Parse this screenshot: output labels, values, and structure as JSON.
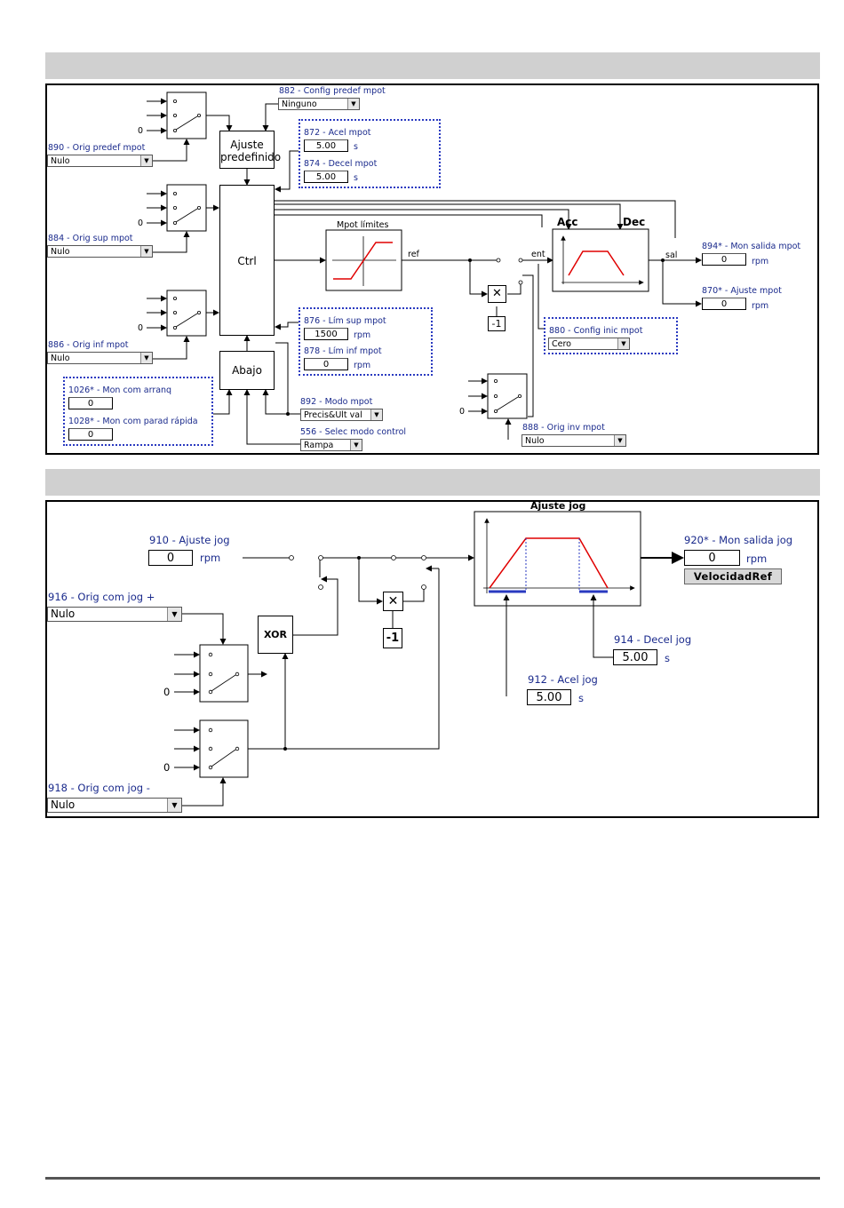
{
  "top": {
    "p882": {
      "label": "882 - Config predef mpot",
      "value": "Ninguno"
    },
    "p872": {
      "label": "872 - Acel mpot",
      "value": "5.00",
      "unit": "s"
    },
    "p874": {
      "label": "874 - Decel mpot",
      "value": "5.00",
      "unit": "s"
    },
    "p890": {
      "label": "890 - Orig predef mpot",
      "value": "Nulo"
    },
    "p884": {
      "label": "884 - Orig sup mpot",
      "value": "Nulo"
    },
    "p886": {
      "label": "886 - Orig inf mpot",
      "value": "Nulo"
    },
    "p1026": {
      "label": "1026* - Mon com arranq",
      "value": "0"
    },
    "p1028": {
      "label": "1028* - Mon com parad rápida",
      "value": "0"
    },
    "p876": {
      "label": "876 - Lím sup mpot",
      "value": "1500",
      "unit": "rpm"
    },
    "p878": {
      "label": "878 - Lím inf mpot",
      "value": "0",
      "unit": "rpm"
    },
    "p892": {
      "label": "892 - Modo mpot",
      "value": "Precis&Ult val"
    },
    "p556": {
      "label": "556 - Selec modo control",
      "value": "Rampa"
    },
    "p894": {
      "label": "894* - Mon salida mpot",
      "value": "0",
      "unit": "rpm"
    },
    "p870": {
      "label": "870* - Ajuste mpot",
      "value": "0",
      "unit": "rpm"
    },
    "p880": {
      "label": "880 - Config inic mpot",
      "value": "Cero"
    },
    "p888": {
      "label": "888 - Orig inv mpot",
      "value": "Nulo"
    },
    "blocks": {
      "ajuste": "Ajuste predefinido",
      "ctrl": "Ctrl",
      "abajo": "Abajo",
      "limites": "Mpot límites",
      "acc": "Acc",
      "dec": "Dec",
      "neg": "-1"
    },
    "sig": {
      "ref": "ref",
      "ent": "ent",
      "sal": "sal",
      "zero": "0"
    }
  },
  "bottom": {
    "p910": {
      "label": "910 - Ajuste jog",
      "value": "0",
      "unit": "rpm"
    },
    "p916": {
      "label": "916 - Orig com jog +",
      "value": "Nulo"
    },
    "p918": {
      "label": "918 - Orig com jog -",
      "value": "Nulo"
    },
    "p920": {
      "label": "920* - Mon salida jog",
      "value": "0",
      "unit": "rpm"
    },
    "p914": {
      "label": "914 - Decel jog",
      "value": "5.00",
      "unit": "s"
    },
    "p912": {
      "label": "912 - Acel jog",
      "value": "5.00",
      "unit": "s"
    },
    "button": "VelocidadRef",
    "blocks": {
      "xor": "XOR",
      "neg": "-1",
      "ramp": "Ajuste jog"
    },
    "sig": {
      "zero": "0"
    }
  }
}
